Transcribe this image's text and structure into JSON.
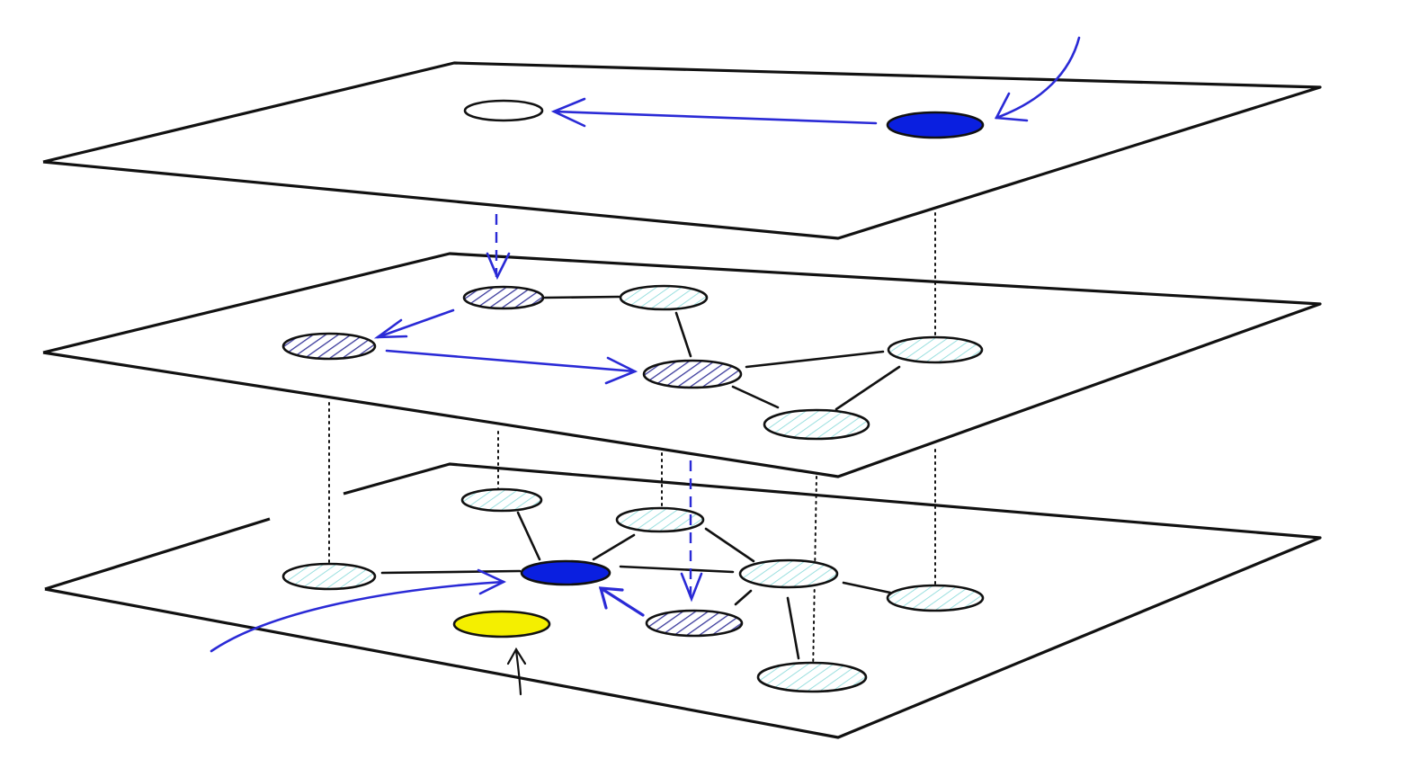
{
  "colors": {
    "ink": "#111111",
    "path_blue": "#2a2ad6",
    "solid_blue": "#0a1fe0",
    "query_yellow": "#f4ef00",
    "visited_hatch": "#3a3a9c",
    "unvisited_hatch": "#8fdcdc",
    "background": "#ffffff"
  },
  "diagram": {
    "kind": "layered-graph",
    "layers": [
      {
        "level": "top",
        "nodes": [
          {
            "id": "t1",
            "state": "visited"
          },
          {
            "id": "t2",
            "state": "entry"
          }
        ],
        "edges": [],
        "search_moves": [
          [
            "t2",
            "t1"
          ]
        ]
      },
      {
        "level": "middle",
        "nodes": [
          {
            "id": "m1",
            "state": "visited"
          },
          {
            "id": "m2",
            "state": "unvisited"
          },
          {
            "id": "m3",
            "state": "visited"
          },
          {
            "id": "m4",
            "state": "visited"
          },
          {
            "id": "m5",
            "state": "unvisited"
          },
          {
            "id": "m6",
            "state": "unvisited"
          }
        ],
        "edges": [
          [
            "m1",
            "m2"
          ],
          [
            "m2",
            "m4"
          ],
          [
            "m4",
            "m5"
          ],
          [
            "m4",
            "m6"
          ],
          [
            "m5",
            "m6"
          ]
        ],
        "search_moves": [
          [
            "m1",
            "m3"
          ],
          [
            "m3",
            "m4"
          ]
        ]
      },
      {
        "level": "bottom",
        "nodes": [
          {
            "id": "b1",
            "state": "unvisited"
          },
          {
            "id": "b2",
            "state": "unvisited"
          },
          {
            "id": "b3",
            "state": "unvisited"
          },
          {
            "id": "b4",
            "state": "result"
          },
          {
            "id": "b5",
            "state": "unvisited"
          },
          {
            "id": "b6",
            "state": "unvisited"
          },
          {
            "id": "b7",
            "state": "visited"
          },
          {
            "id": "b8",
            "state": "unvisited"
          },
          {
            "id": "q",
            "state": "query"
          }
        ],
        "edges": [
          [
            "b1",
            "b4"
          ],
          [
            "b2",
            "b4"
          ],
          [
            "b4",
            "b3"
          ],
          [
            "b4",
            "b5"
          ],
          [
            "b3",
            "b5"
          ],
          [
            "b5",
            "b6"
          ],
          [
            "b5",
            "b7"
          ],
          [
            "b5",
            "b8"
          ]
        ],
        "search_moves": [
          [
            "b7",
            "b4"
          ]
        ]
      }
    ],
    "interlayer_links": [
      [
        "t1",
        "m1"
      ],
      [
        "t2",
        "m5"
      ],
      [
        "m3",
        "b1"
      ],
      [
        "m1",
        "b2"
      ],
      [
        "m4",
        "b3"
      ],
      [
        "m6",
        "b5"
      ],
      [
        "m5",
        "b6"
      ]
    ],
    "descents": [
      [
        "t1",
        "m1"
      ],
      [
        "m4",
        "b7"
      ]
    ],
    "legend": []
  }
}
